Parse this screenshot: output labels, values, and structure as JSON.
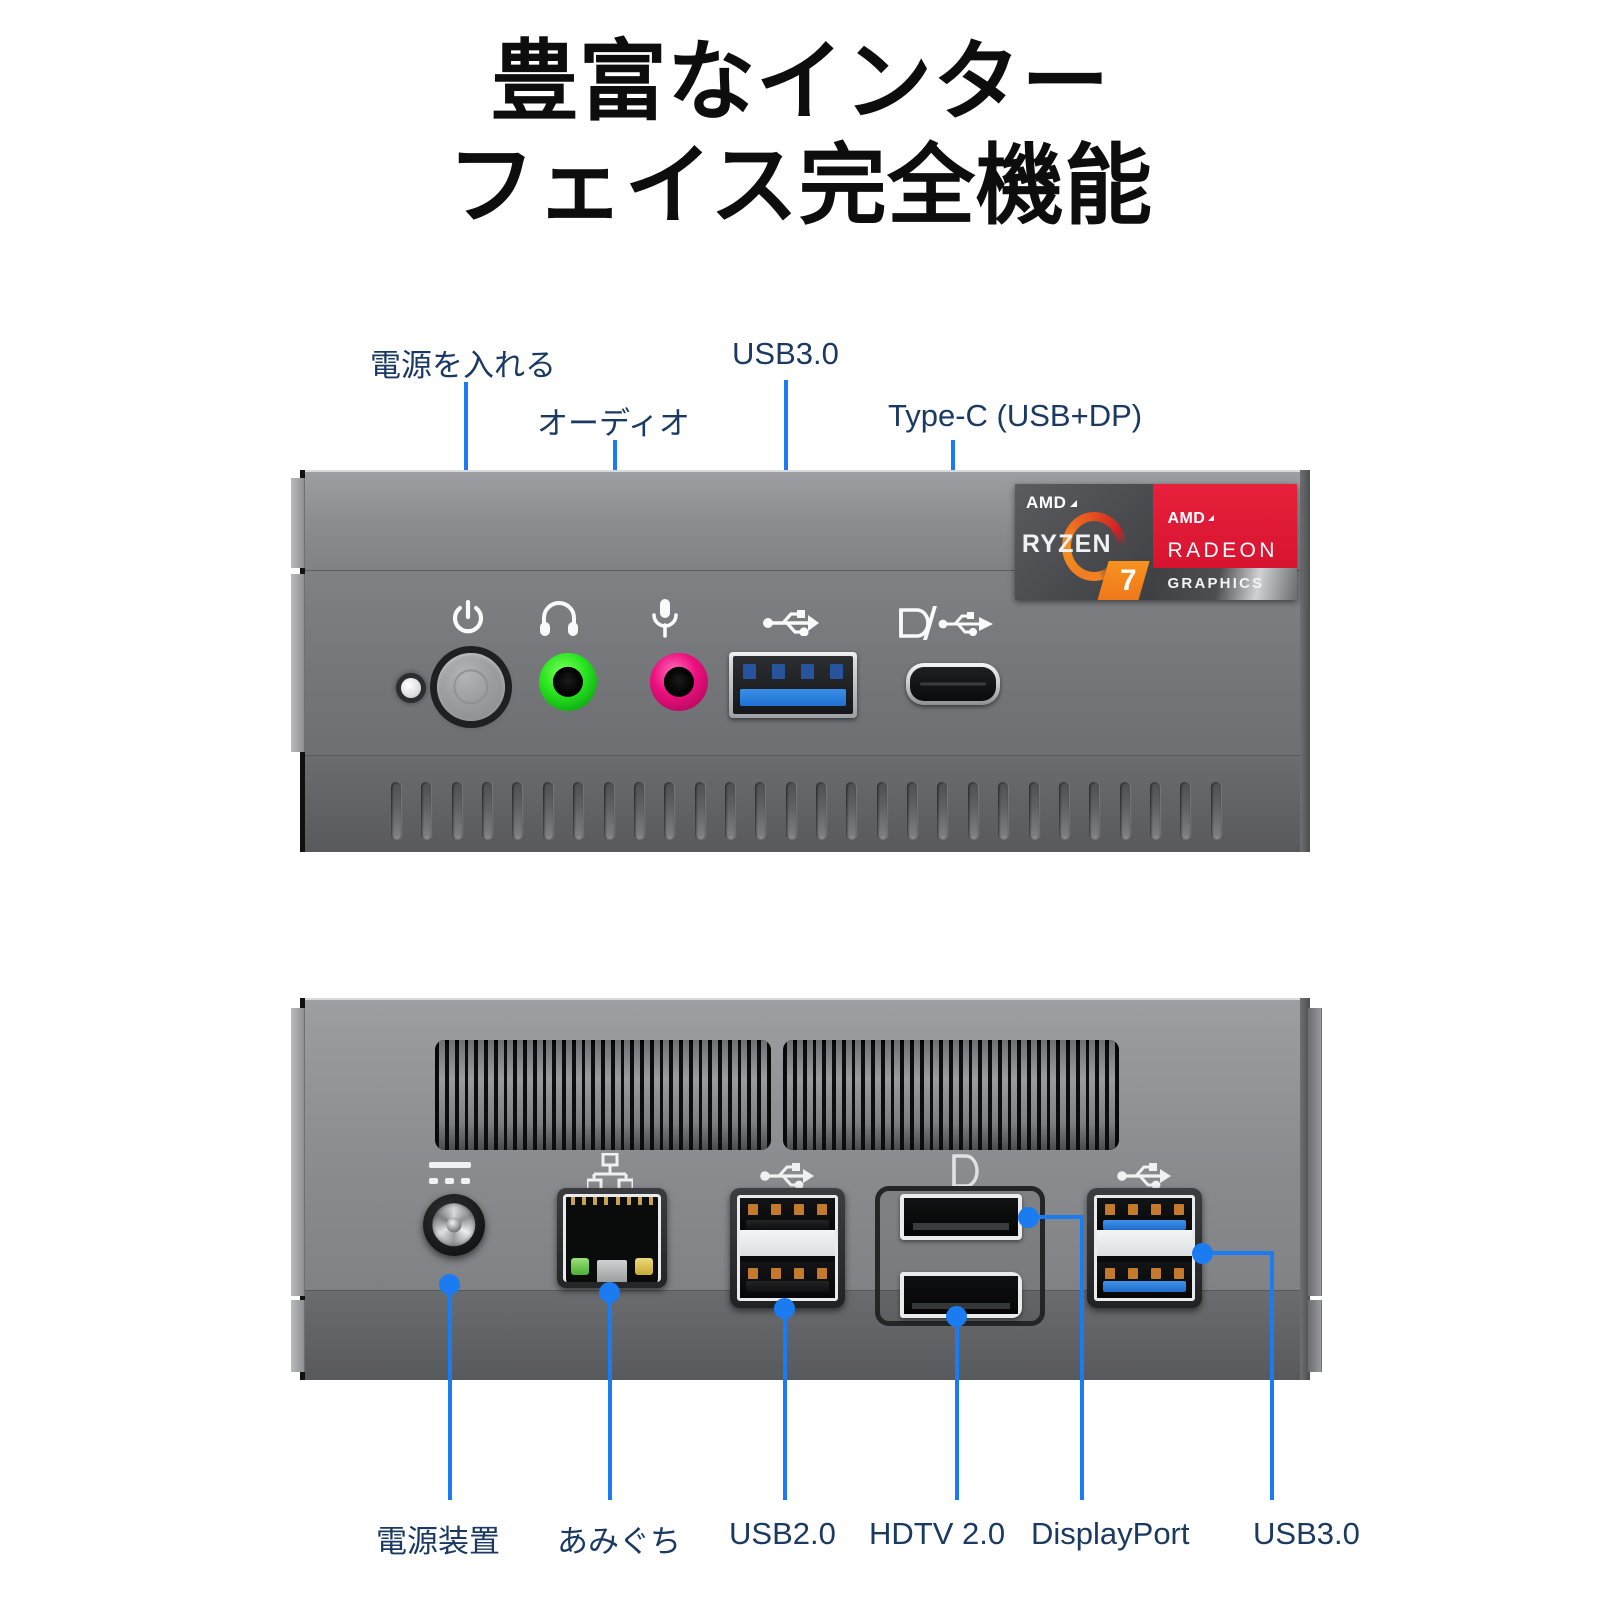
{
  "title": {
    "line1": "豊富なインター",
    "line2": "フェイス完全機能"
  },
  "colors": {
    "callout_blue": "#1a7cf0",
    "label_text": "#1b3a63",
    "title_text": "#0d0d0d",
    "chassis_gray": "#8e9093",
    "audio_out_green": "#27e01f",
    "audio_mic_pink": "#ec0f7c",
    "usb3_blue": "#1f6bcc",
    "amd_red": "#e8203c",
    "ryzen_orange": "#f7931e",
    "ethernet_led_green": "#4caf32",
    "ethernet_led_yellow": "#c9ab34"
  },
  "front_panel": {
    "labels": [
      {
        "id": "power",
        "text": "電源を入れる"
      },
      {
        "id": "audio",
        "text": "オーディオ"
      },
      {
        "id": "usb30",
        "text": "USB3.0"
      },
      {
        "id": "typec",
        "text": "Type-C (USB+DP)"
      }
    ],
    "port_icons": [
      {
        "id": "power",
        "name": "power-icon"
      },
      {
        "id": "headphone",
        "name": "headphone-icon"
      },
      {
        "id": "microphone",
        "name": "microphone-icon"
      },
      {
        "id": "usb",
        "name": "usb-icon"
      },
      {
        "id": "dp-usb",
        "name": "displayport-usb-icon"
      }
    ],
    "ports": [
      {
        "id": "led",
        "name": "status-led"
      },
      {
        "id": "power-button",
        "name": "power-button"
      },
      {
        "id": "headphone-jack",
        "name": "headphone-jack",
        "color": "#27e01f"
      },
      {
        "id": "mic-jack",
        "name": "microphone-jack",
        "color": "#ec0f7c"
      },
      {
        "id": "usb3-port",
        "name": "usb3-port"
      },
      {
        "id": "typec-port",
        "name": "type-c-port"
      }
    ],
    "vent_slot_count": 28
  },
  "badge": {
    "amd_wordmark": "AMD",
    "ryzen": "RYZEN",
    "ryzen_tier": "7",
    "amd_right_wordmark": "AMD",
    "radeon": "RADEON",
    "graphics": "GRAPHICS"
  },
  "rear_panel": {
    "labels": [
      {
        "id": "psu",
        "text": "電源装置"
      },
      {
        "id": "lan",
        "text": "あみぐち"
      },
      {
        "id": "usb20",
        "text": "USB2.0"
      },
      {
        "id": "hdtv",
        "text": "HDTV 2.0"
      },
      {
        "id": "displayport",
        "text": "DisplayPort"
      },
      {
        "id": "usb30",
        "text": "USB3.0"
      }
    ],
    "port_icons": [
      {
        "id": "dc",
        "name": "dc-power-icon"
      },
      {
        "id": "lan",
        "name": "ethernet-icon"
      },
      {
        "id": "usb2",
        "name": "usb-icon"
      },
      {
        "id": "dp",
        "name": "displayport-icon"
      },
      {
        "id": "usb3",
        "name": "usb-icon"
      }
    ],
    "ports": [
      {
        "id": "dc-jack",
        "name": "dc-power-jack"
      },
      {
        "id": "rj45",
        "name": "ethernet-port"
      },
      {
        "id": "usb2-stack",
        "name": "usb2-port-stack",
        "count": 2
      },
      {
        "id": "hdmi",
        "name": "hdmi-port"
      },
      {
        "id": "dp",
        "name": "displayport-port"
      },
      {
        "id": "usb3-stack",
        "name": "usb3-port-stack",
        "count": 2
      }
    ],
    "grille_count": 2,
    "grille_slat_count": 34
  }
}
